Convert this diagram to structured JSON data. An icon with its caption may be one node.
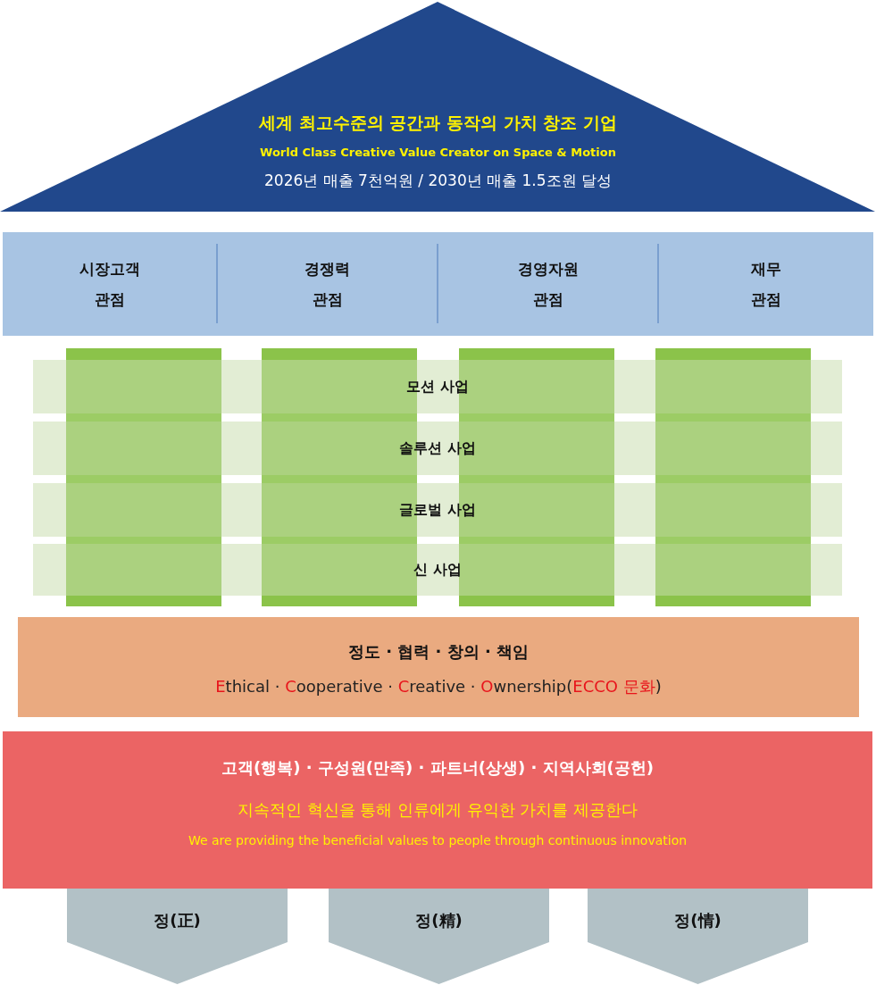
{
  "diagram": {
    "nodes": [
      {
        "text": [
          "세계 최고수준의 공간과 동작의 가치 창조 기업",
          "World Class Creative Value Creator on Space & Motion",
          "2026년 매출 7천억원 / 2030년 매출 1.5조원 달성"
        ]
      },
      {
        "text": [],
        "shape": "box"
      },
      {
        "text": [
          "시장고객 관점"
        ],
        "in": 1
      },
      {
        "text": [
          "경쟁력 관점"
        ],
        "in": 1
      },
      {
        "text": [
          "경영자원 관점"
        ],
        "in": 1
      },
      {
        "text": [
          "재무 관점"
        ],
        "in": 1
      },
      {
        "text": [
          "모션 사업"
        ]
      },
      {
        "text": [
          "솔루션 사업"
        ]
      },
      {
        "text": [
          "글로벌 사업"
        ]
      },
      {
        "text": [
          "신 사업"
        ]
      },
      {
        "text": [],
        "shape": "bar"
      },
      {
        "text": [],
        "shape": "bar"
      },
      {
        "text": [],
        "shape": "bar"
      },
      {
        "text": [],
        "shape": "bar"
      },
      {
        "text": [
          "정도 · 협력 · 창의 · 책임",
          "**E**thical · **C**ooperative · **C**reative · **O**wnership(**ECCO 문화**)"
        ]
      },
      {
        "text": [
          "고객(행복) · 구성원(만족) · 파트너(상생) · 지역사회(공헌)",
          "지속적인 혁신을 통해 인류에게 유익한 가치를 제공한다",
          "We are providing the beneficial values to people through continuous innovation"
        ]
      },
      {
        "text": [
          "정(正)"
        ]
      },
      {
        "text": [
          "정(精)"
        ]
      },
      {
        "text": [
          "정(情)"
        ]
      }
    ]
  }
}
